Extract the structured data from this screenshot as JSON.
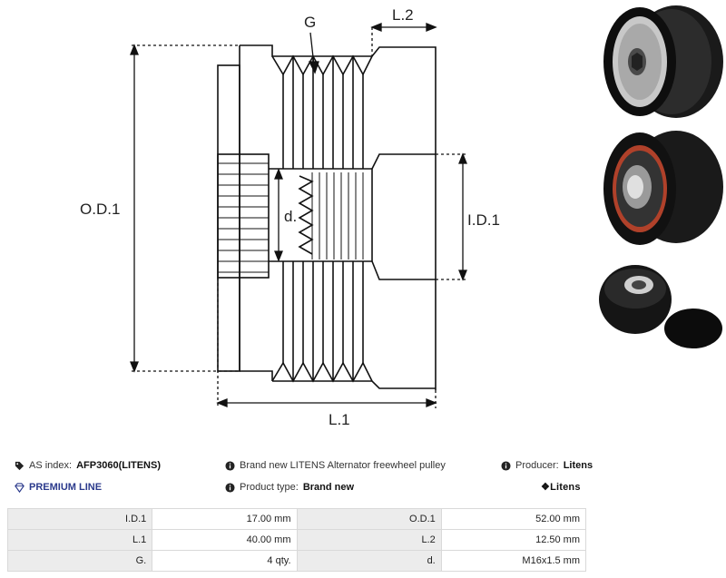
{
  "drawing": {
    "labels": {
      "g": "G",
      "l2": "L.2",
      "od1": "O.D.1",
      "d": "d.",
      "id1": "I.D.1",
      "l1": "L.1"
    }
  },
  "info": {
    "as_index_label": "AS index:",
    "as_index_value": "AFP3060(LITENS)",
    "description": "Brand new LITENS Alternator freewheel pulley",
    "producer_label": "Producer:",
    "producer_value": "Litens",
    "premium_line": "PREMIUM LINE",
    "product_type_label": "Product type:",
    "product_type_value": "Brand new",
    "brand_logo": "Litens"
  },
  "specs": [
    {
      "k1": "I.D.1",
      "v1": "17.00 mm",
      "k2": "O.D.1",
      "v2": "52.00 mm"
    },
    {
      "k1": "L.1",
      "v1": "40.00 mm",
      "k2": "L.2",
      "v2": "12.50 mm"
    },
    {
      "k1": "G.",
      "v1": "4 qty.",
      "k2": "d.",
      "v2": "M16x1.5 mm"
    }
  ]
}
